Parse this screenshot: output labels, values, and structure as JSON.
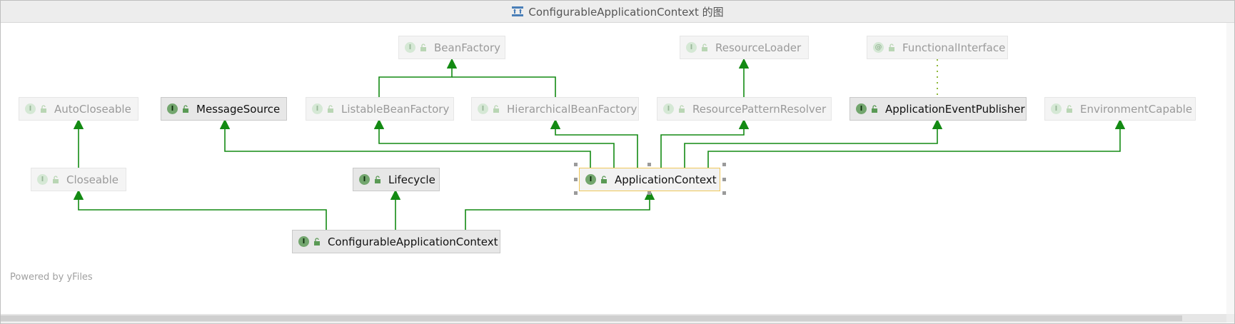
{
  "window": {
    "title": "ConfigurableApplicationContext 的图",
    "title_icon": "diagram-icon"
  },
  "diagram": {
    "nodes": {
      "BeanFactory": {
        "label": "BeanFactory",
        "kind": "interface",
        "style": "dim"
      },
      "ResourceLoader": {
        "label": "ResourceLoader",
        "kind": "interface",
        "style": "dim"
      },
      "FunctionalInterface": {
        "label": "FunctionalInterface",
        "kind": "annotation",
        "style": "dim"
      },
      "AutoCloseable": {
        "label": "AutoCloseable",
        "kind": "interface",
        "style": "dim"
      },
      "MessageSource": {
        "label": "MessageSource",
        "kind": "interface",
        "style": "strong"
      },
      "ListableBeanFactory": {
        "label": "ListableBeanFactory",
        "kind": "interface",
        "style": "dim"
      },
      "HierarchicalBeanFactory": {
        "label": "HierarchicalBeanFactory",
        "kind": "interface",
        "style": "dim"
      },
      "ResourcePatternResolver": {
        "label": "ResourcePatternResolver",
        "kind": "interface",
        "style": "dim"
      },
      "ApplicationEventPublisher": {
        "label": "ApplicationEventPublisher",
        "kind": "interface",
        "style": "strong"
      },
      "EnvironmentCapable": {
        "label": "EnvironmentCapable",
        "kind": "interface",
        "style": "dim"
      },
      "Closeable": {
        "label": "Closeable",
        "kind": "interface",
        "style": "dim"
      },
      "Lifecycle": {
        "label": "Lifecycle",
        "kind": "interface",
        "style": "strong"
      },
      "ApplicationContext": {
        "label": "ApplicationContext",
        "kind": "interface",
        "style": "selected"
      },
      "ConfigurableApplicationContext": {
        "label": "ConfigurableApplicationContext",
        "kind": "interface",
        "style": "strong"
      }
    },
    "badges": {
      "interface": "I",
      "annotation": "@"
    },
    "edges": [
      {
        "from": "ListableBeanFactory",
        "to": "BeanFactory",
        "type": "extends"
      },
      {
        "from": "HierarchicalBeanFactory",
        "to": "BeanFactory",
        "type": "extends"
      },
      {
        "from": "ResourcePatternResolver",
        "to": "ResourceLoader",
        "type": "extends"
      },
      {
        "from": "ApplicationEventPublisher",
        "to": "FunctionalInterface",
        "type": "annotated"
      },
      {
        "from": "Closeable",
        "to": "AutoCloseable",
        "type": "extends"
      },
      {
        "from": "ApplicationContext",
        "to": "MessageSource",
        "type": "extends"
      },
      {
        "from": "ApplicationContext",
        "to": "ListableBeanFactory",
        "type": "extends"
      },
      {
        "from": "ApplicationContext",
        "to": "HierarchicalBeanFactory",
        "type": "extends"
      },
      {
        "from": "ApplicationContext",
        "to": "ResourcePatternResolver",
        "type": "extends"
      },
      {
        "from": "ApplicationContext",
        "to": "ApplicationEventPublisher",
        "type": "extends"
      },
      {
        "from": "ApplicationContext",
        "to": "EnvironmentCapable",
        "type": "extends"
      },
      {
        "from": "ConfigurableApplicationContext",
        "to": "Closeable",
        "type": "extends"
      },
      {
        "from": "ConfigurableApplicationContext",
        "to": "Lifecycle",
        "type": "extends"
      },
      {
        "from": "ConfigurableApplicationContext",
        "to": "ApplicationContext",
        "type": "extends"
      }
    ],
    "edge_color": "#138a13",
    "annotation_edge_color": "#8fb83a",
    "selected_node": "ApplicationContext"
  },
  "footer": {
    "watermark": "Powered by yFiles"
  }
}
